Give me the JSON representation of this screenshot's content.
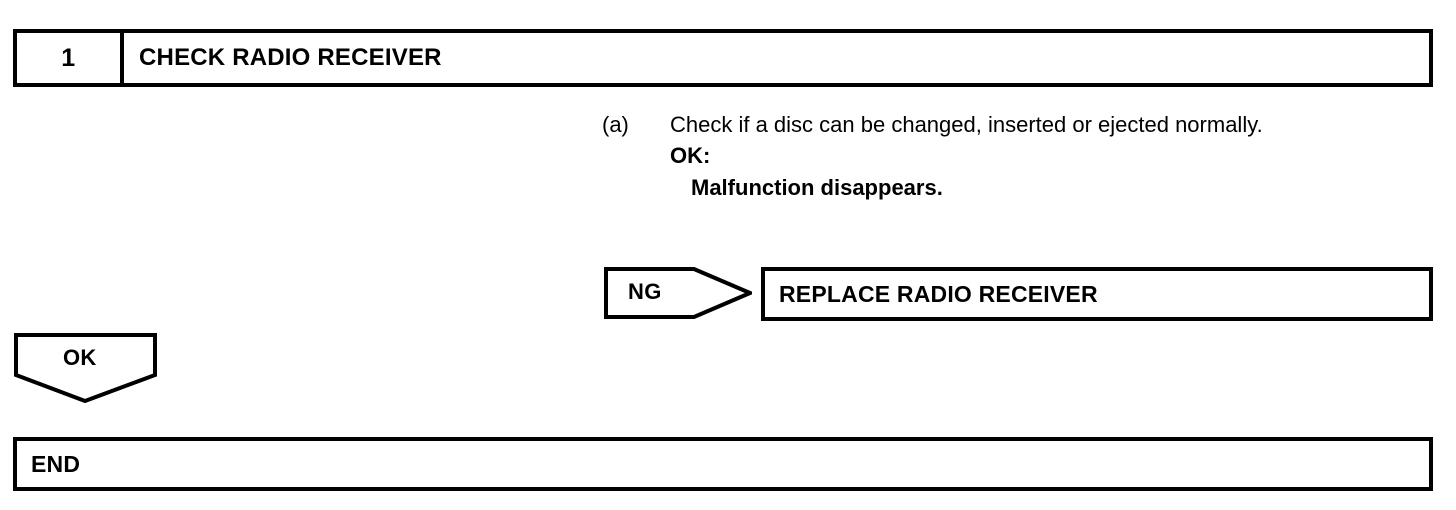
{
  "flowchart": {
    "step": {
      "number": "1",
      "title": "CHECK RADIO RECEIVER"
    },
    "procedure": {
      "marker": "(a)",
      "instruction": "Check if a disc can be changed, inserted or ejected normally.",
      "result_label": "OK:",
      "result_value": "Malfunction disappears."
    },
    "branches": {
      "ng": {
        "label": "NG",
        "target": "REPLACE RADIO RECEIVER"
      },
      "ok": {
        "label": "OK",
        "target": "END"
      }
    },
    "colors": {
      "line": "#000000",
      "background": "#ffffff",
      "text": "#000000"
    }
  }
}
